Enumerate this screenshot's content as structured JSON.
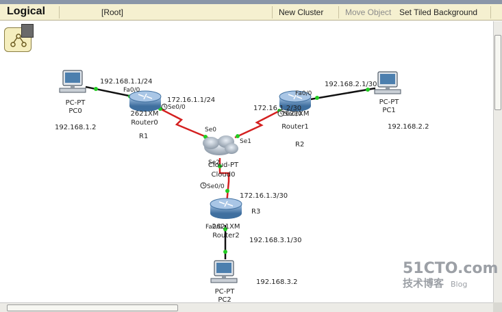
{
  "toolbar": {
    "logical_label": "Logical",
    "root_label": "[Root]",
    "new_cluster": "New Cluster",
    "move_object": "Move Object",
    "set_tiled_background": "Set Tiled Background"
  },
  "devices": {
    "pc0": {
      "type": "PC-PT",
      "name": "PC0"
    },
    "pc1": {
      "type": "PC-PT",
      "name": "PC1"
    },
    "pc2": {
      "type": "PC-PT",
      "name": "PC2"
    },
    "router0": {
      "model": "2621XM",
      "name": "Router0"
    },
    "router1": {
      "model": "2621XM",
      "name": "Router1"
    },
    "router2": {
      "model": "2621XM",
      "name": "Router2"
    },
    "cloud0": {
      "type": "Cloud-PT",
      "name": "Cloud0"
    }
  },
  "ports": {
    "r0_fa": "Fa0/0",
    "r0_se": "Se0/0",
    "r1_fa": "Fa0/0",
    "r1_se": "Se0/0",
    "r2_fa": "Fa0/0",
    "r2_se": "Se0/0",
    "cloud_se0": "Se0",
    "cloud_se1": "Se1",
    "cloud_se2": "Se2"
  },
  "labels": {
    "r0_lan_ip": "192.168.1.1/24",
    "r0_wan_ip": "172.16.1.1/24",
    "pc0_ip": "192.168.1.2",
    "r1_label": "R1",
    "r1_lan_ip": "192.168.2.1/30",
    "r1_wan_ip": "172.16.1.2/30",
    "pc1_ip": "192.168.2.2",
    "r2_label": "R2",
    "r3_wan_ip": "172.16.1.3/30",
    "r3_label": "R3",
    "r3_lan_ip": "192.168.3.1/30",
    "pc2_ip": "192.168.3.2"
  },
  "watermark": {
    "line1": "51CTO.com",
    "line2": "技术博客",
    "line3": "Blog"
  },
  "colors": {
    "toolbar_bg": "#f5f0d0",
    "serial_link": "#d42020",
    "ethernet_link": "#111111",
    "port_up": "#22cc22",
    "router_blue": "#5a88b8"
  }
}
